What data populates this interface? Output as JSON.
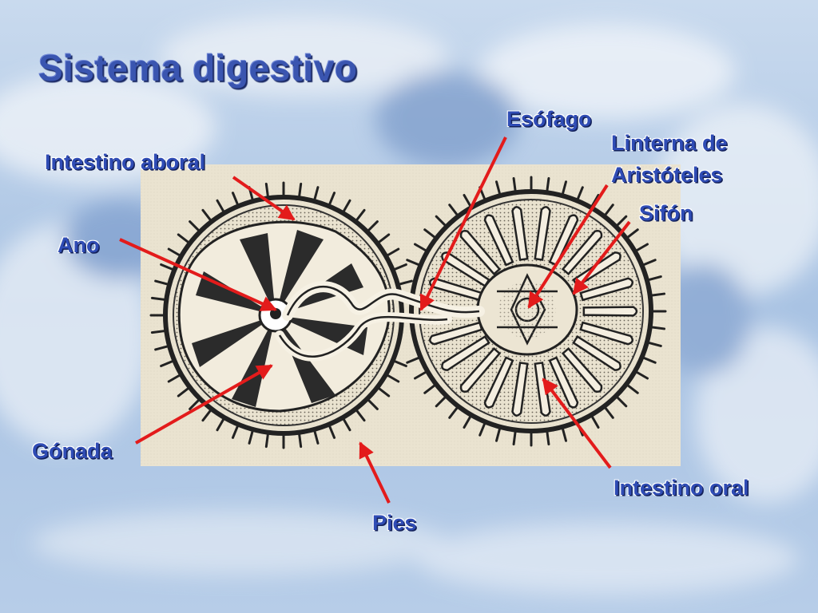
{
  "slide": {
    "title": "Sistema digestivo"
  },
  "diagram": {
    "labels": {
      "esofago": "Esófago",
      "linterna_line1": "Linterna de",
      "linterna_line2": "Aristóteles",
      "intestino_aboral": "Intestino aboral",
      "sifon": "Sifón",
      "ano": "Ano",
      "gonada": "Gónada",
      "intestino_oral": "Intestino oral",
      "pies": "Pies"
    },
    "colors": {
      "label": "#2f4cb5",
      "arrow": "#e31b1b",
      "title": "#3a55b0"
    }
  }
}
